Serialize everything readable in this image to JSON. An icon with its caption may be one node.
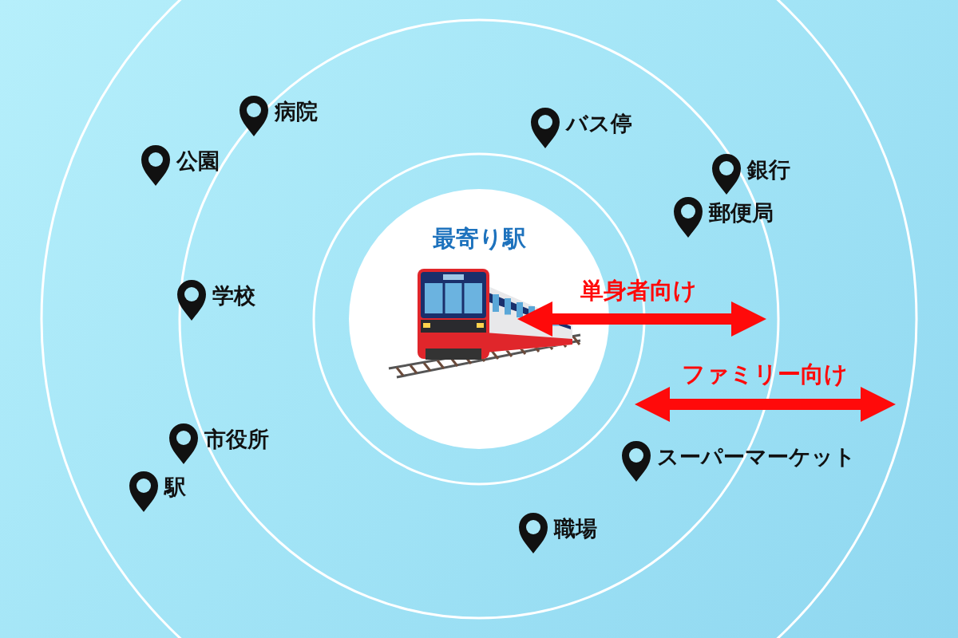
{
  "diagram": {
    "nodes": [
      {
        "text": [
          "最寄り駅"
        ]
      }
    ],
    "labels": [
      "病院",
      "バス停",
      "公園",
      "銀行",
      "郵便局",
      "学校",
      "単身者向け",
      "ファミリー向け",
      "市役所",
      "スーパーマーケット",
      "駅",
      "職場"
    ]
  }
}
